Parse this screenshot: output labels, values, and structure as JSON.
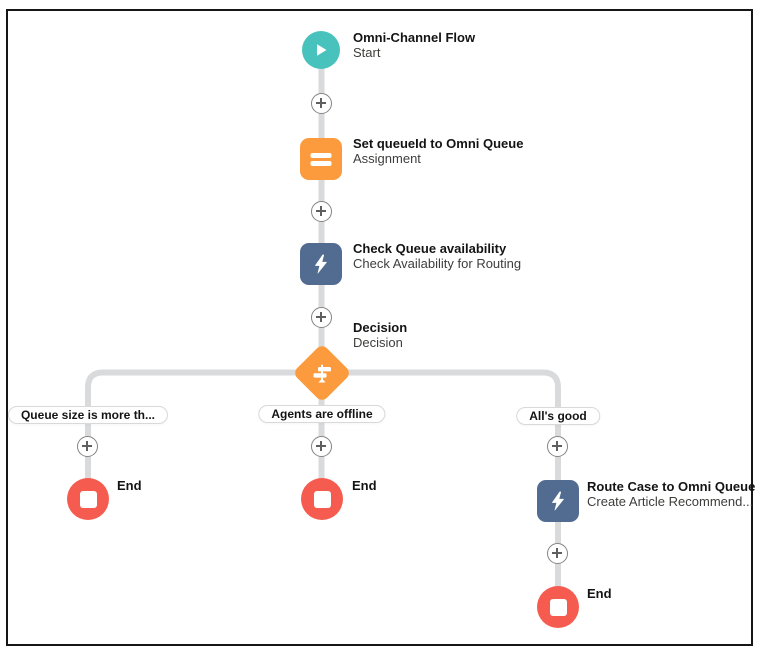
{
  "canvas": {
    "app": "Flow Builder Canvas",
    "colors": {
      "start_node": "#48c2bc",
      "assignment_node": "#fb9b3d",
      "decision_node": "#fb9b3d",
      "action_node": "#516c90",
      "end_node": "#f55c4f",
      "connector_line": "#d9dadc",
      "border": "#161616"
    }
  },
  "nodes": {
    "start": {
      "title": "Omni-Channel Flow",
      "subtitle": "Start"
    },
    "assignment": {
      "title": "Set queueId to Omni Queue",
      "subtitle": "Assignment"
    },
    "check_availability": {
      "title": "Check Queue availability",
      "subtitle": "Check Availability for Routing"
    },
    "decision": {
      "title": "Decision",
      "subtitle": "Decision"
    },
    "route_case": {
      "title": "Route Case to Omni Queue",
      "subtitle": "Create Article Recommend..."
    },
    "end_left": {
      "title": "End"
    },
    "end_middle": {
      "title": "End"
    },
    "end_right": {
      "title": "End"
    }
  },
  "outcomes": {
    "left": "Queue size is more th...",
    "middle": "Agents are offline",
    "right": "All's good"
  },
  "icons": {
    "start": "play-icon",
    "assignment": "equals-icon",
    "action": "lightning-icon",
    "decision": "signpost-icon",
    "end": "stop-icon",
    "connector": "plus-icon"
  }
}
